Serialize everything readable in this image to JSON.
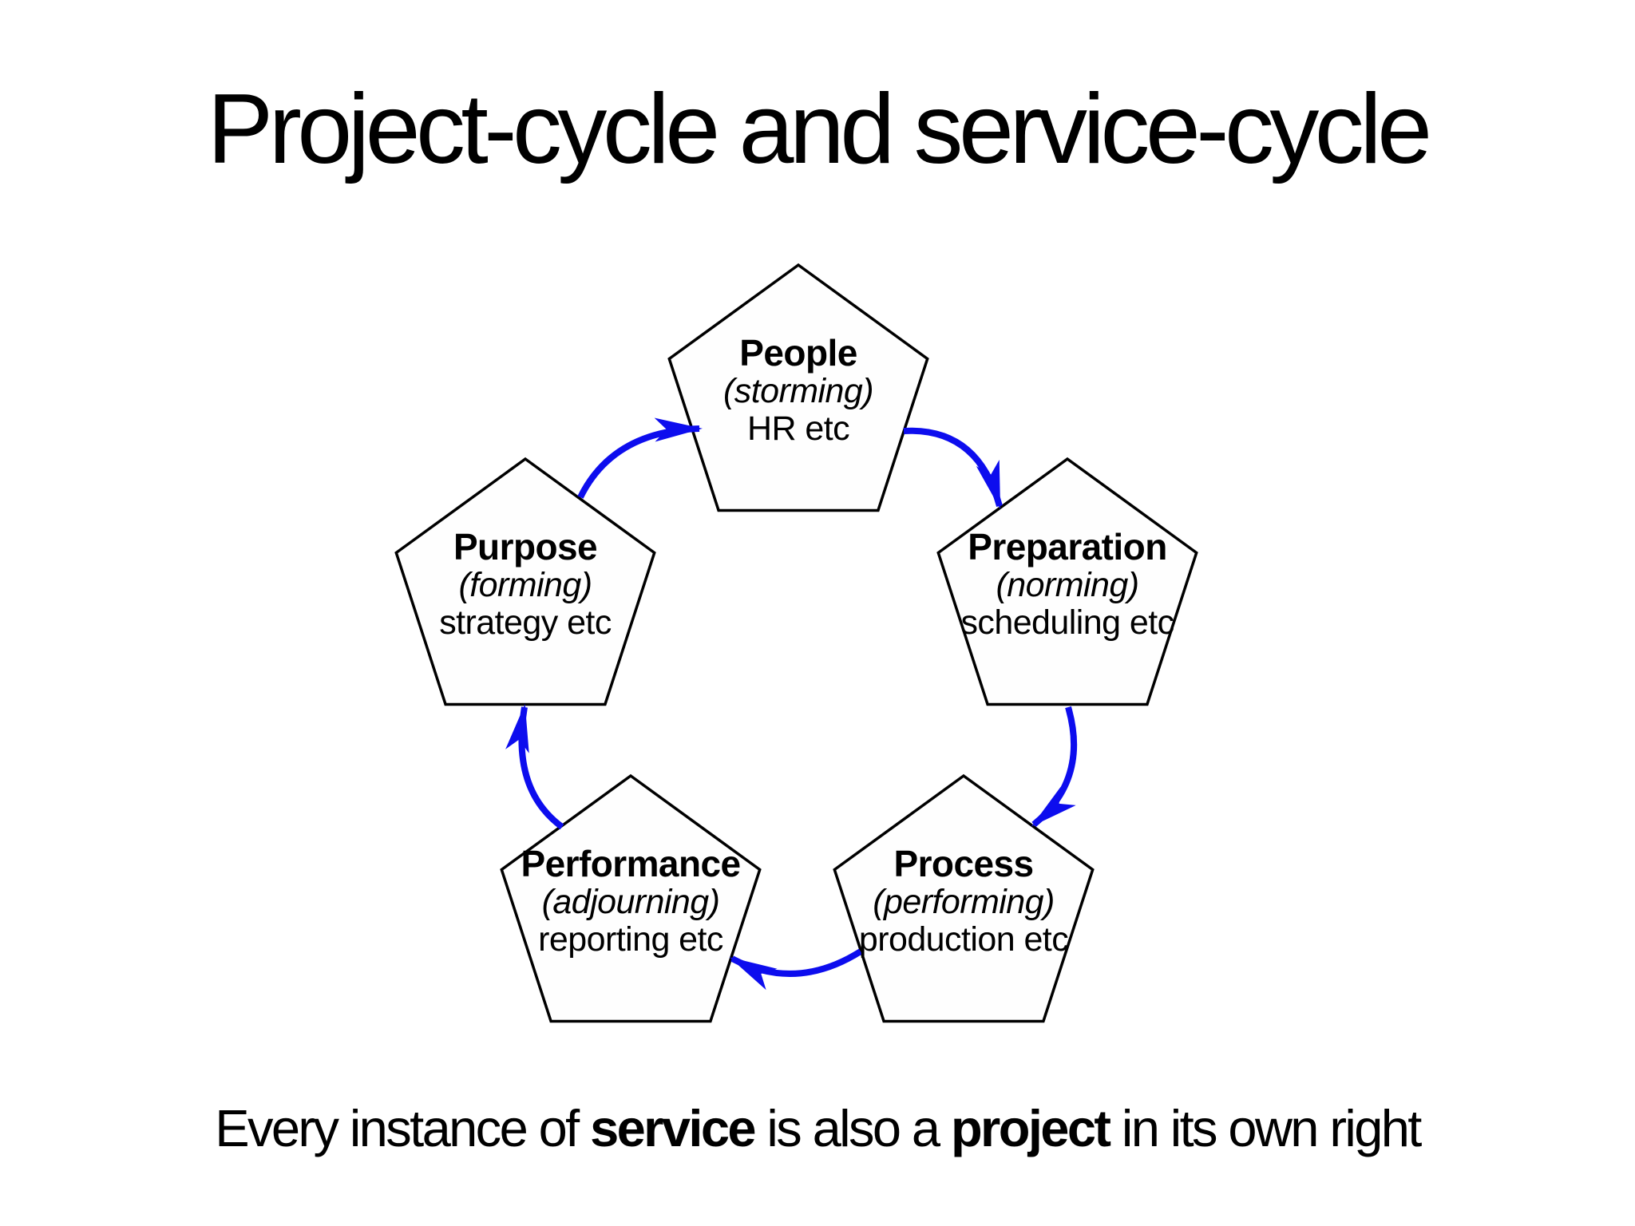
{
  "slide": {
    "title": "Project-cycle and service-cycle",
    "caption": {
      "part1": "Every instance of ",
      "bold1": "service",
      "part2": " is also a ",
      "bold2": "project",
      "part3": " in its own right"
    }
  },
  "diagram": {
    "type": "cycle",
    "direction": "clockwise",
    "arrow_color": "#0d0dee",
    "shape_outline_color": "#000000",
    "shape_fill_color": "#fefefe",
    "nodes": [
      {
        "name": "People",
        "stage": "(storming)",
        "examples": "HR etc"
      },
      {
        "name": "Preparation",
        "stage": "(norming)",
        "examples": "scheduling etc"
      },
      {
        "name": "Process",
        "stage": "(performing)",
        "examples": "production etc"
      },
      {
        "name": "Performance",
        "stage": "(adjourning)",
        "examples": "reporting etc"
      },
      {
        "name": "Purpose",
        "stage": "(forming)",
        "examples": "strategy etc"
      }
    ],
    "flow": [
      "Purpose → People",
      "People → Preparation",
      "Preparation → Process",
      "Process → Performance",
      "Performance → Purpose"
    ]
  }
}
